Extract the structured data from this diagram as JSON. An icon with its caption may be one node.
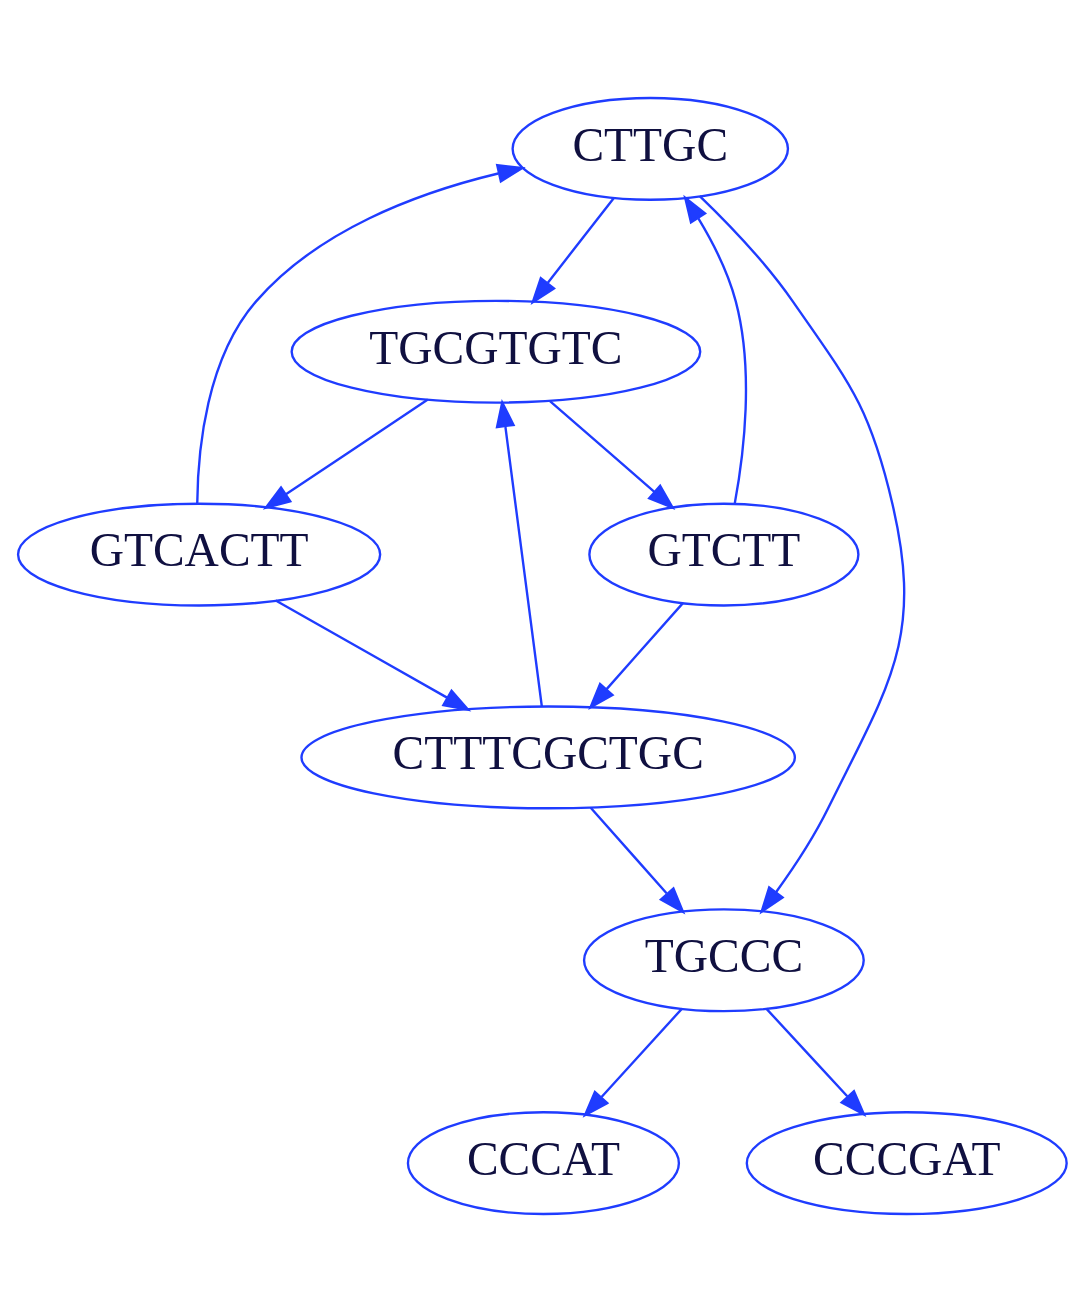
{
  "diagram": {
    "nodes": [
      {
        "text": [
          "CTTGC"
        ]
      },
      {
        "text": [
          "TGCGTGTC"
        ]
      },
      {
        "text": [
          "GTCACTT"
        ]
      },
      {
        "text": [
          "GTCTT"
        ]
      },
      {
        "text": [
          "CTTTCGCTGC"
        ]
      },
      {
        "text": [
          "TGCCC"
        ]
      },
      {
        "text": [
          "CCCAT"
        ]
      },
      {
        "text": [
          "CCCGAT"
        ]
      }
    ],
    "edges": [
      {
        "from": 0,
        "to": 1,
        "arrow": "to"
      },
      {
        "from": 0,
        "to": 5,
        "arrow": "to"
      },
      {
        "from": 1,
        "to": 2,
        "arrow": "to"
      },
      {
        "from": 2,
        "to": 0,
        "arrow": "to"
      },
      {
        "from": 2,
        "to": 4,
        "arrow": "to"
      },
      {
        "from": 4,
        "to": 1,
        "arrow": "to"
      },
      {
        "from": 4,
        "to": 5,
        "arrow": "to"
      },
      {
        "from": 1,
        "to": 3,
        "arrow": "to"
      },
      {
        "from": 3,
        "to": 0,
        "arrow": "to"
      },
      {
        "from": 3,
        "to": 4,
        "arrow": "to"
      },
      {
        "from": 5,
        "to": 6,
        "arrow": "to"
      },
      {
        "from": 5,
        "to": 7,
        "arrow": "to"
      }
    ]
  }
}
